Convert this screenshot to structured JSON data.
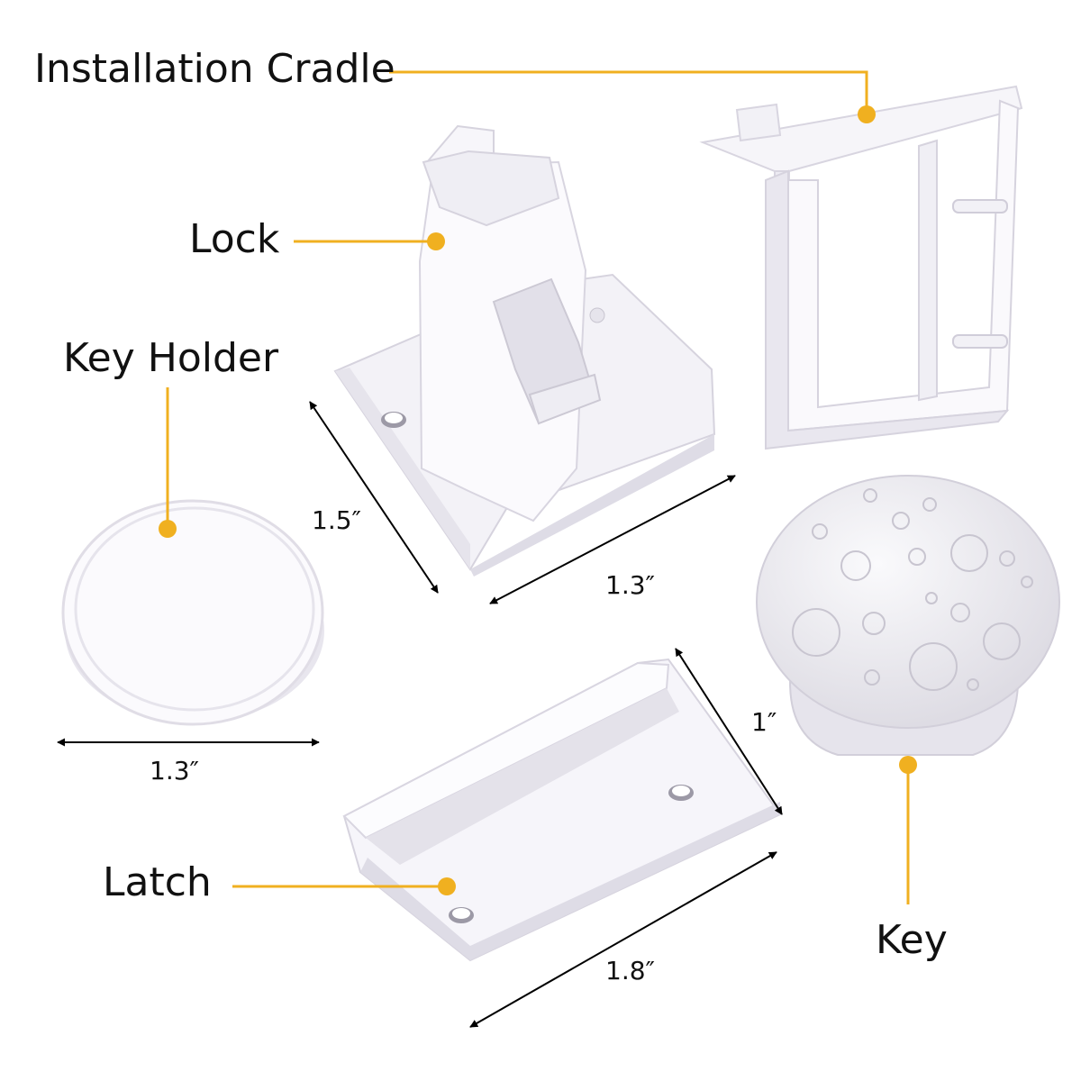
{
  "colors": {
    "accent": "#F0B020",
    "part": "#FFFFFF",
    "part_shade": "#E4E1EC",
    "line": "#000000",
    "text": "#111111"
  },
  "parts": {
    "installation_cradle": "Installation Cradle",
    "lock": "Lock",
    "key_holder": "Key Holder",
    "latch": "Latch",
    "key": "Key"
  },
  "dimensions": {
    "lock_depth": "1.5″",
    "lock_width": "1.3″",
    "key_holder_diameter": "1.3″",
    "latch_width": "1″",
    "latch_length": "1.8″"
  }
}
